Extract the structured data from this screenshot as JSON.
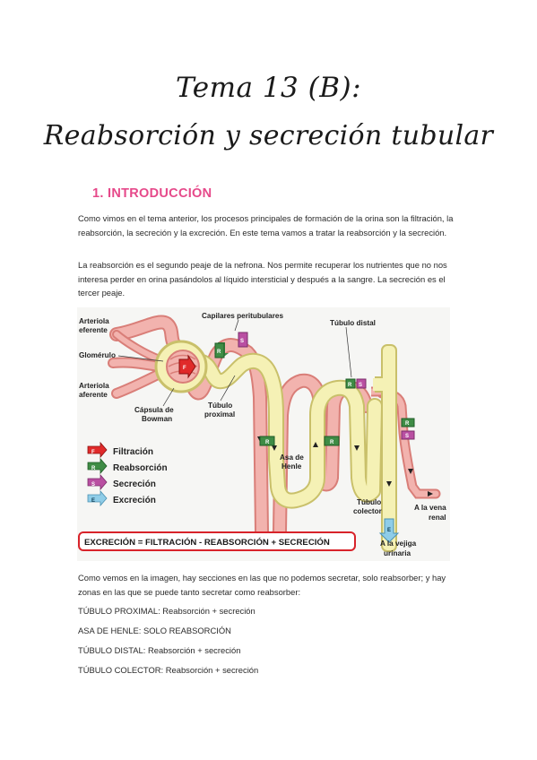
{
  "title": {
    "line1": "Tema 13 (B):",
    "line2": "Reabsorción y secreción tubular"
  },
  "section": {
    "heading": "1.  INTRODUCCIÓN"
  },
  "paragraphs": {
    "p1": "Como vimos en el tema anterior, los procesos principales de formación de la orina son la filtración, la reabsorción, la secreción y la excreción. En este tema vamos a tratar la reabsorción y la secreción.",
    "p2": "La reabsorción es el segundo peaje de la nefrona. Nos permite recuperar los nutrientes que no nos interesa perder en orina pasándolos al líquido intersticial y después a la sangre. La secreción es el tercer peaje.",
    "p3": "Como vemos en la imagen, hay secciones en las que no podemos secretar, solo reabsorber; y hay zonas en las que se puede tanto secretar como reabsorber:"
  },
  "list": [
    "TÚBULO PROXIMAL: Reabsorción + secreción",
    "ASA DE HENLE: SOLO REABSORCIÓN",
    "TÚBULO DISTAL: Reabsorción + secreción",
    "TÚBULO COLECTOR: Reabsorción + secreción"
  ],
  "figure": {
    "labels": {
      "arteriola_eferente_1": "Arteriola",
      "arteriola_eferente_2": "eferente",
      "glomerulo": "Glomérulo",
      "arteriola_aferente_1": "Arteriola",
      "arteriola_aferente_2": "aferente",
      "capilares": "Capilares peritubulares",
      "tubulo_distal": "Túbulo distal",
      "capsula_1": "Cápsula de",
      "capsula_2": "Bowman",
      "tubulo_proximal_1": "Túbulo",
      "tubulo_proximal_2": "proximal",
      "asa_1": "Asa de",
      "asa_2": "Henle",
      "tubulo_colector_1": "Túbulo",
      "tubulo_colector_2": "colector",
      "vena_1": "A la vena",
      "vena_2": "renal",
      "vejiga_1": "A la vejiga",
      "vejiga_2": "urinaria"
    },
    "legend": [
      {
        "letter": "F",
        "label": "Filtración",
        "color": "#e02a2a"
      },
      {
        "letter": "R",
        "label": "Reabsorción",
        "color": "#3f8c45"
      },
      {
        "letter": "S",
        "label": "Secreción",
        "color": "#b94fa2"
      },
      {
        "letter": "E",
        "label": "Excreción",
        "color": "#8fcde8"
      }
    ],
    "badge_letters": {
      "F": "F",
      "R": "R",
      "S": "S",
      "E": "E"
    },
    "equation": "EXCRECIÓN = FILTRACIÓN - REABSORCIÓN + SECRECIÓN",
    "colors": {
      "vessel": "#f2b3ae",
      "vessel_dark": "#d97e78",
      "tubule": "#f5f1b5",
      "tubule_stroke": "#c9c06a",
      "equation_border": "#d8232a"
    }
  }
}
